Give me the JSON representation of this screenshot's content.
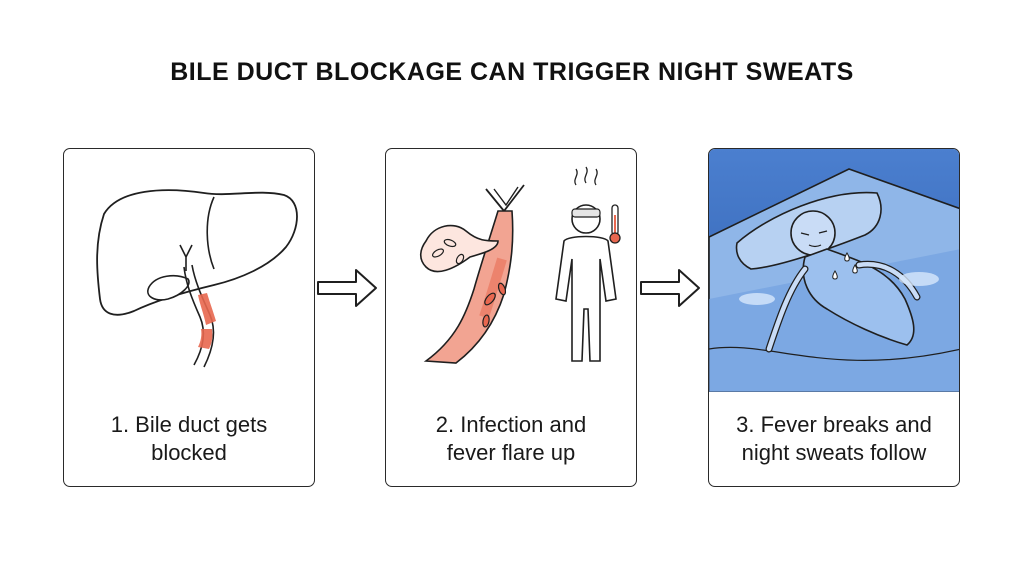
{
  "title": "BILE DUCT BLOCKAGE CAN TRIGGER NIGHT SWEATS",
  "steps": [
    {
      "line1": "1. Bile duct gets",
      "line2": "blocked",
      "icon": "liver-blocked-duct"
    },
    {
      "line1": "2. Infection and",
      "line2": "fever flare up",
      "icon": "infected-duct-feverish-person"
    },
    {
      "line1": "3. Fever breaks and",
      "line2": "night sweats follow",
      "icon": "sweating-person-in-bed"
    }
  ],
  "colors": {
    "blockage": "#e8674f",
    "inflammation": "#f2a492",
    "night_blue": "#3f72c4",
    "line": "#1f1f1f"
  }
}
